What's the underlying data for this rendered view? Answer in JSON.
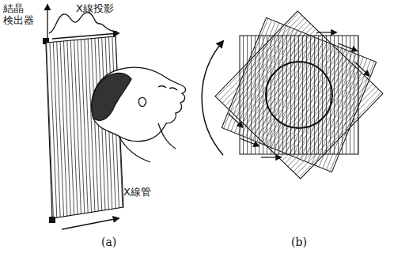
{
  "diagram": {
    "labels": [
      "結晶 検出器",
      "X線投影",
      "X線管",
      "(a)",
      "(b)"
    ]
  }
}
